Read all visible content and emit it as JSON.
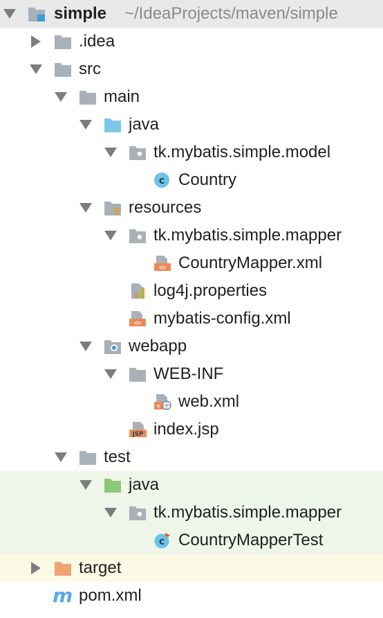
{
  "project": {
    "name": "simple",
    "path": "~/IdeaProjects/maven/simple"
  },
  "tree": {
    "idea": ".idea",
    "src": "src",
    "main": "main",
    "main_java": "java",
    "model_pkg": "tk.mybatis.simple.model",
    "country": "Country",
    "resources": "resources",
    "mapper_pkg": "tk.mybatis.simple.mapper",
    "country_mapper_xml": "CountryMapper.xml",
    "log4j": "log4j.properties",
    "mybatis_config": "mybatis-config.xml",
    "webapp": "webapp",
    "web_inf": "WEB-INF",
    "web_xml": "web.xml",
    "index_jsp": "index.jsp",
    "test": "test",
    "test_java": "java",
    "test_mapper_pkg": "tk.mybatis.simple.mapper",
    "country_mapper_test": "CountryMapperTest",
    "target": "target",
    "pom": "pom.xml"
  },
  "colors": {
    "folder_gray": "#a9b0b7",
    "source_blue": "#7ec7e8",
    "test_green": "#8dc777",
    "excluded_orange": "#f0a372",
    "class_blue": "#6cc3e8",
    "xml_orange": "#ec8a55",
    "root_highlight": "#e8e8e8",
    "test_highlight": "#eef5e9",
    "excluded_highlight": "#fcfae5"
  }
}
